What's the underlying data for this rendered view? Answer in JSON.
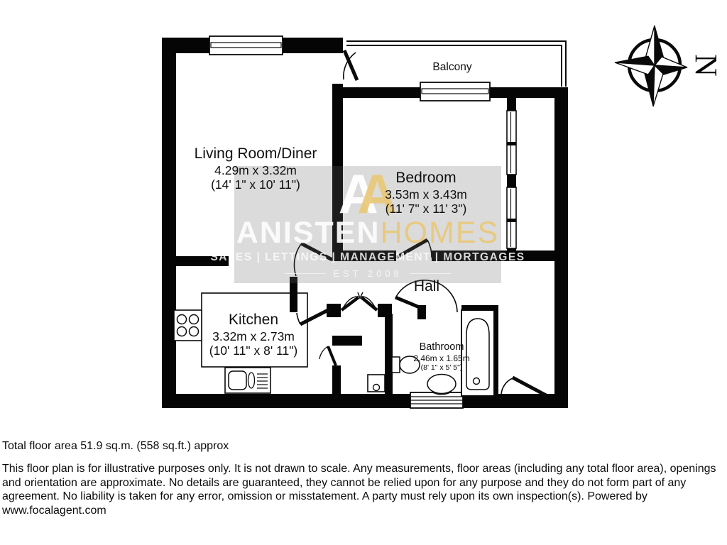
{
  "plan": {
    "rooms": {
      "living": {
        "name": "Living Room/Diner",
        "metric": "4.29m x 3.32m",
        "imperial": "(14' 1\" x 10' 11\")"
      },
      "bedroom": {
        "name": "Bedroom",
        "metric": "3.53m x 3.43m",
        "imperial": "(11' 7\" x 11' 3\")"
      },
      "kitchen": {
        "name": "Kitchen",
        "metric": "3.32m x 2.73m",
        "imperial": "(10' 11\" x 8' 11\")"
      },
      "bathroom": {
        "name": "Bathroom",
        "metric": "2.46m x 1.65m",
        "imperial": "(8' 1\" x 5' 5\")"
      },
      "hall": {
        "name": "Hall"
      },
      "balcony": {
        "name": "Balcony"
      }
    },
    "compass": {
      "north_label": "N"
    },
    "colors": {
      "wall": "#050505",
      "background": "#ffffff"
    }
  },
  "watermark": {
    "monogram_left": "A",
    "monogram_right": "A",
    "brand_primary": "ANISTEN",
    "brand_secondary": "HOMES",
    "services": "SALES | LETTINGS | MANAGEMENT | MORTGAGES",
    "established": "EST 2008",
    "colors": {
      "gold": "#e9c676",
      "white": "#fcfcfc"
    }
  },
  "footer": {
    "total_area": "Total floor area 51.9 sq.m. (558 sq.ft.) approx",
    "disclaimer": "This floor plan is for illustrative purposes only. It is not drawn to scale. Any measurements, floor areas (including any total floor area), openings and orientation are approximate. No details are guaranteed, they cannot be relied upon for any purpose and they do not form part of any agreement. No liability is taken for any error, omission or misstatement. A party must rely upon its own inspection(s). Powered by www.focalagent.com"
  }
}
